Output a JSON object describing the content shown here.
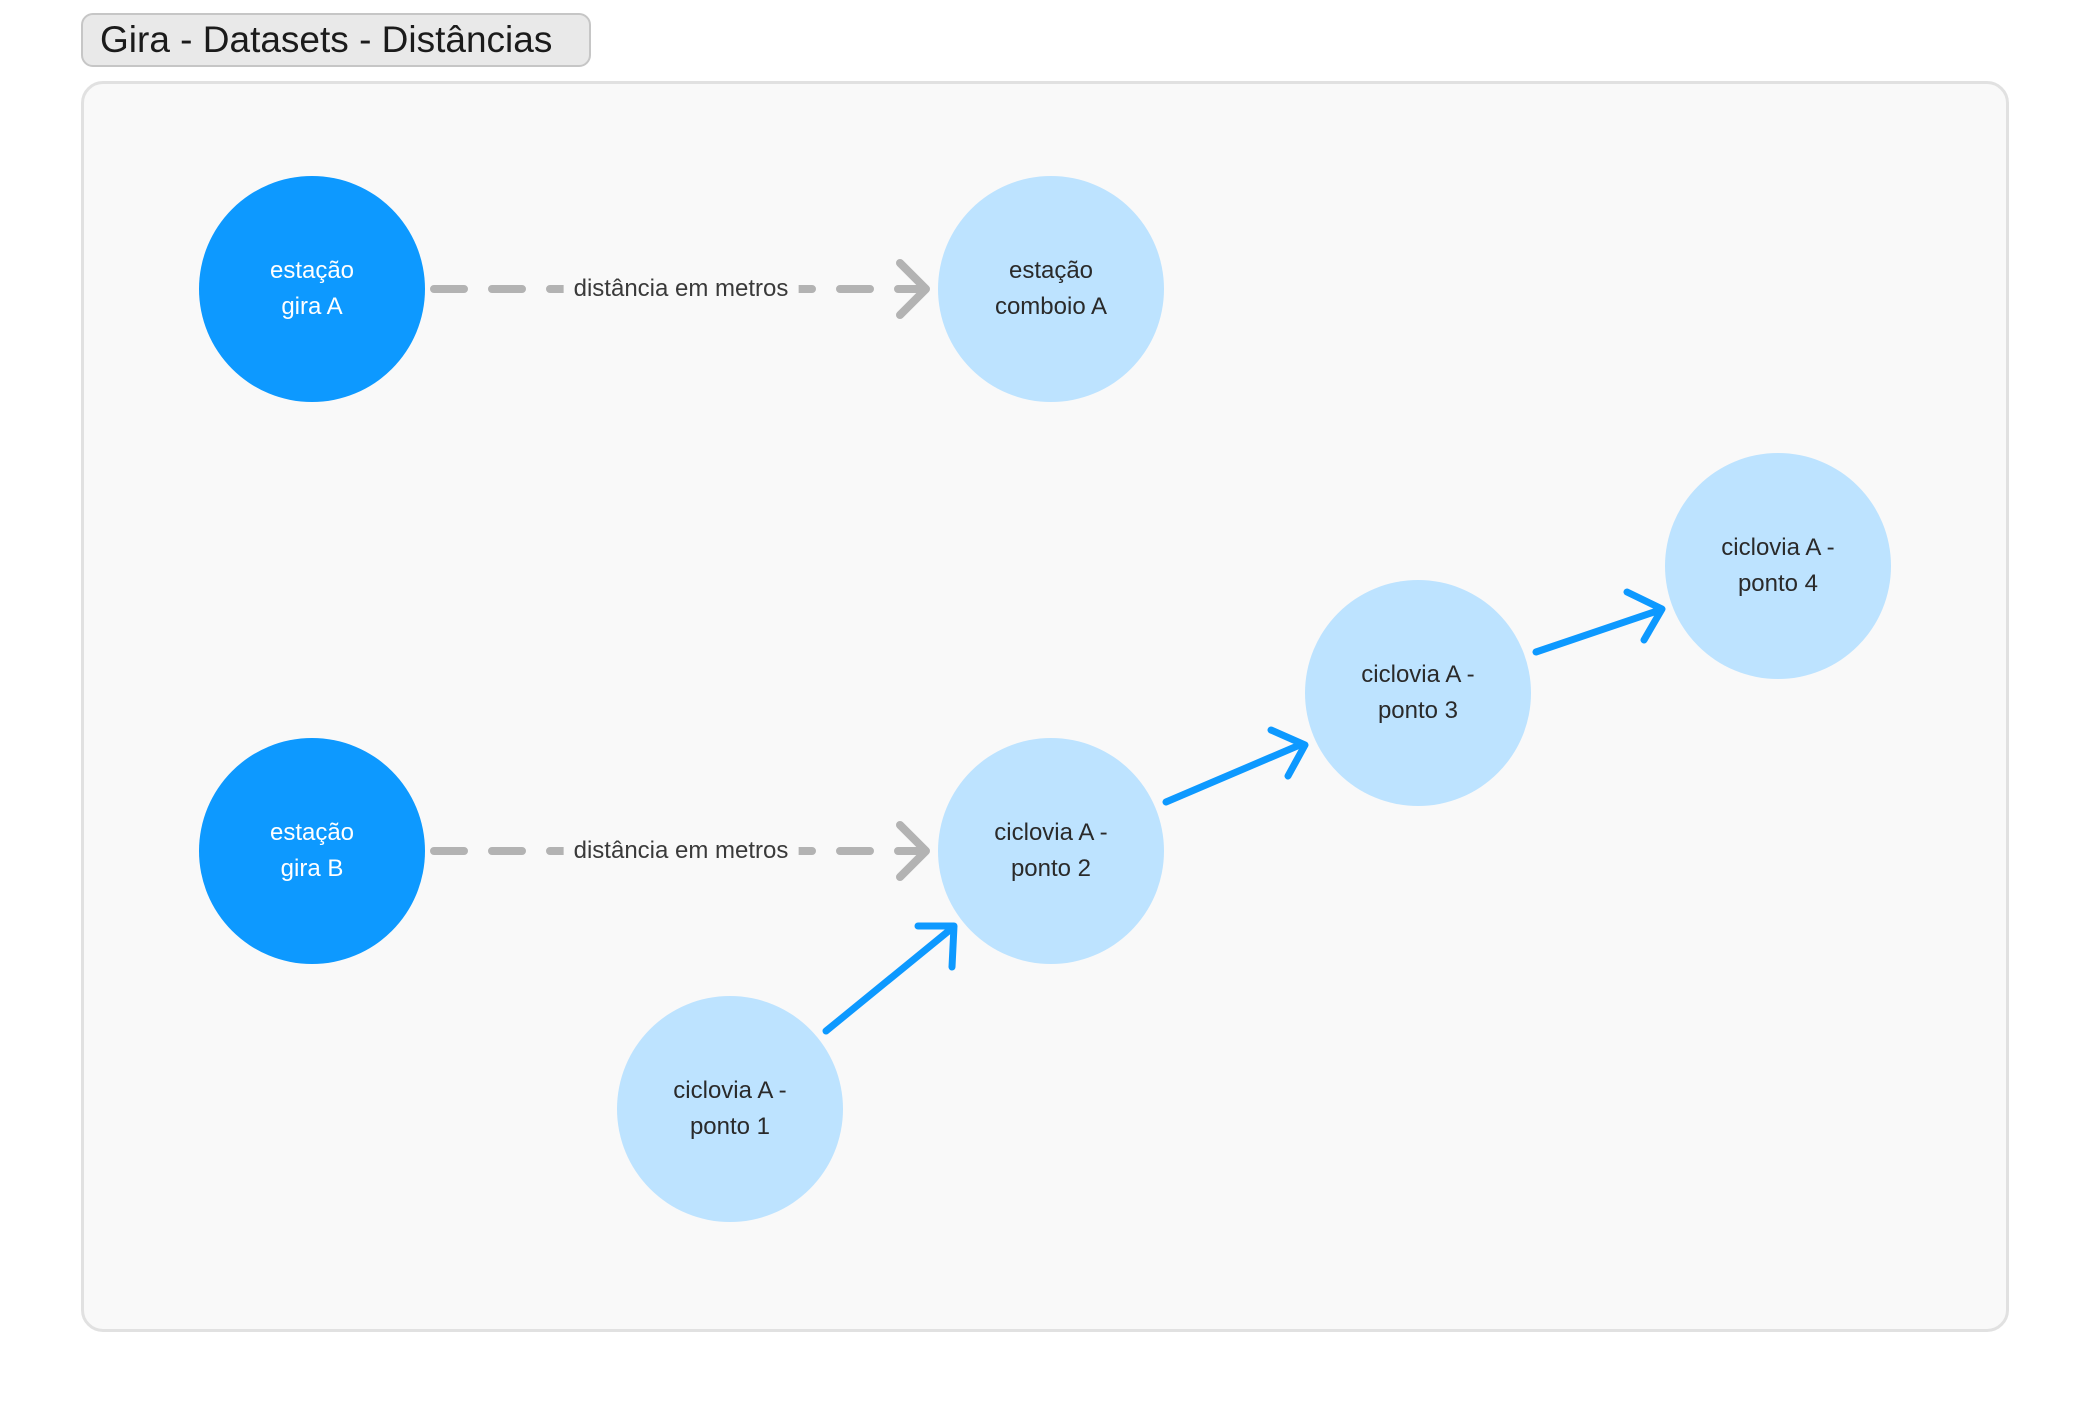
{
  "frame": {
    "title": "Gira - Datasets - Distâncias"
  },
  "nodes": {
    "gira_a": {
      "line1": "estação",
      "line2": "gira A"
    },
    "comboio_a": {
      "line1": "estação",
      "line2": "comboio A"
    },
    "gira_b": {
      "line1": "estação",
      "line2": "gira B"
    },
    "ponto_1": {
      "line1": "ciclovia A -",
      "line2": "ponto 1"
    },
    "ponto_2": {
      "line1": "ciclovia A -",
      "line2": "ponto 2"
    },
    "ponto_3": {
      "line1": "ciclovia A -",
      "line2": "ponto 3"
    },
    "ponto_4": {
      "line1": "ciclovia A -",
      "line2": "ponto 4"
    }
  },
  "edges": {
    "gira_a_to_comboio_a": {
      "label": "distância em metros"
    },
    "gira_b_to_ponto_2": {
      "label": "distância em metros"
    }
  },
  "colors": {
    "station_node": "#0d99ff",
    "point_node": "#bde3ff",
    "distance_edge": "#b3b3b3",
    "path_edge": "#0d99ff"
  }
}
